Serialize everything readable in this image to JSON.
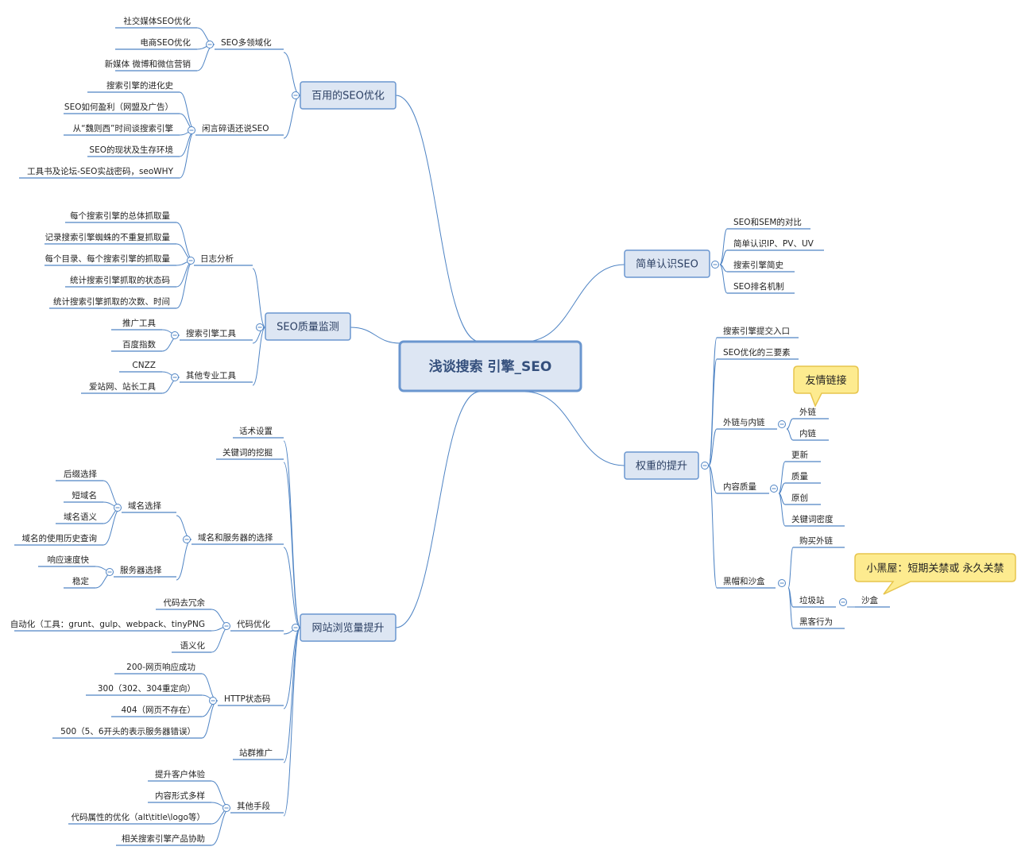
{
  "nodes": {
    "root": "浅谈搜索 引擎_SEO",
    "b1": "百用的SEO优化",
    "b1a": "SEO多领域化",
    "b1a1": "社交媒体SEO优化",
    "b1a2": "电商SEO优化",
    "b1a3": "新媒体 微博和微信营销",
    "b1b": "闲言碎语还说SEO",
    "b1b1": "搜索引擎的进化史",
    "b1b2": "SEO如何盈利（网盟及广告）",
    "b1b3": "从“魏则西”时间谈搜索引擎",
    "b1b4": "SEO的现状及生存环境",
    "b1b5": "工具书及论坛-SEO实战密码，seoWHY",
    "b2": "SEO质量监测",
    "b2a": "日志分析",
    "b2a1": "每个搜索引擎的总体抓取量",
    "b2a2": "记录搜索引擎蜘蛛的不重复抓取量",
    "b2a3": "每个目录、每个搜索引擎的抓取量",
    "b2a4": "统计搜索引擎抓取的状态码",
    "b2a5": "统计搜索引擎抓取的次数、时间",
    "b2b": "搜索引擎工具",
    "b2b1": "推广工具",
    "b2b2": "百度指数",
    "b2c": "其他专业工具",
    "b2c1": "CNZZ",
    "b2c2": "爱站网、站长工具",
    "b3": "网站浏览量提升",
    "b3a": "话术设置",
    "b3b": "关键词的挖掘",
    "b3c": "域名和服务器的选择",
    "b3c1": "域名选择",
    "b3c11": "后缀选择",
    "b3c12": "短域名",
    "b3c13": "域名语义",
    "b3c14": "域名的使用历史查询",
    "b3c2": "服务器选择",
    "b3c21": "响应速度快",
    "b3c22": "稳定",
    "b3d": "代码优化",
    "b3d1": "代码去冗余",
    "b3d2": "自动化（工具：grunt、gulp、webpack、tinyPNG",
    "b3d3": "语义化",
    "b3e": "HTTP状态码",
    "b3e1": "200-网页响应成功",
    "b3e2": "300（302、304重定向）",
    "b3e3": "404（网页不存在）",
    "b3e4": "500（5、6开头的表示服务器错误）",
    "b3f": "站群推广",
    "b3g": "其他手段",
    "b3g1": "提升客户体验",
    "b3g2": "内容形式多样",
    "b3g3": "代码属性的优化（alt\\title\\logo等）",
    "b3g4": "相关搜索引擎产品协助",
    "b4": "简单认识SEO",
    "b4a": "SEO和SEM的对比",
    "b4b": "简单认识IP、PV、UV",
    "b4c": "搜索引擎简史",
    "b4d": "SEO排名机制",
    "b5": "权重的提升",
    "b5a": "搜索引擎提交入口",
    "b5b": "SEO优化的三要素",
    "b5c": "外链与内链",
    "b5c1": "外链",
    "b5c2": "内链",
    "b5d": "内容质量",
    "b5d1": "更新",
    "b5d2": "质量",
    "b5d3": "原创",
    "b5d4": "关键词密度",
    "b5e": "黑帽和沙盒",
    "b5e1": "购买外链",
    "b5e2": "垃圾站",
    "b5e21": "沙盒",
    "b5e3": "黑客行为"
  },
  "callouts": {
    "c1": "友情链接",
    "c2": "小黑屋：短期关禁或 永久关禁"
  },
  "colors": {
    "line": "#4f84c4",
    "topic_fill": "#dde6f3",
    "topic_stroke": "#6a96cf",
    "callout_fill": "#fdeb8f",
    "callout_stroke": "#e7c54d"
  }
}
